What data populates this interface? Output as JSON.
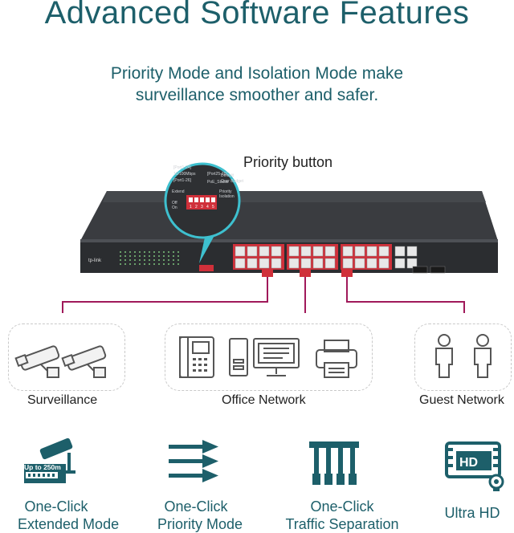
{
  "header": {
    "title": "Advanced Software Features",
    "subtitle_line1": "Priority Mode and Isolation Mode make",
    "subtitle_line2": "surveillance smoother and safer."
  },
  "callout": {
    "label": "Priority button"
  },
  "switch": {
    "brand": "tp-link",
    "led_legend": [
      "[Port1-24]",
      "10/100Mbps",
      "[Port25-26]",
      "[Port1-26]",
      "PoE_Status",
      "Default",
      "Over Budget"
    ],
    "dip_labels": [
      "Extend",
      "Priority",
      "Isolation",
      "Off",
      "On",
      "1",
      "2",
      "3",
      "4",
      "5"
    ],
    "port_count": 24,
    "uplink_count": 2,
    "sfp_count": 2
  },
  "groups": [
    {
      "label": "Surveillance",
      "icons": [
        "camera-icon",
        "camera-icon"
      ]
    },
    {
      "label": "Office Network",
      "icons": [
        "phone-icon",
        "computer-icon",
        "printer-icon"
      ]
    },
    {
      "label": "Guest Network",
      "icons": [
        "person-icon",
        "person-icon"
      ]
    }
  ],
  "features": [
    {
      "line1": "One-Click",
      "line2": "Extended Mode",
      "badge": "Up to 250m",
      "icon": "extended-camera-icon"
    },
    {
      "line1": "One-Click",
      "line2": "Priority Mode",
      "icon": "priority-arrows-icon"
    },
    {
      "line1": "One-Click",
      "line2": "Traffic Separation",
      "icon": "separation-icon"
    },
    {
      "line1": "",
      "line2": "Ultra HD",
      "badge": "HD",
      "icon": "ultra-hd-icon"
    }
  ],
  "colors": {
    "teal": "#1d5f6a",
    "magenta": "#a0195a",
    "port_red": "#d0303a",
    "switch_body": "#2b2d30",
    "callout_teal": "#3ec0cf"
  }
}
